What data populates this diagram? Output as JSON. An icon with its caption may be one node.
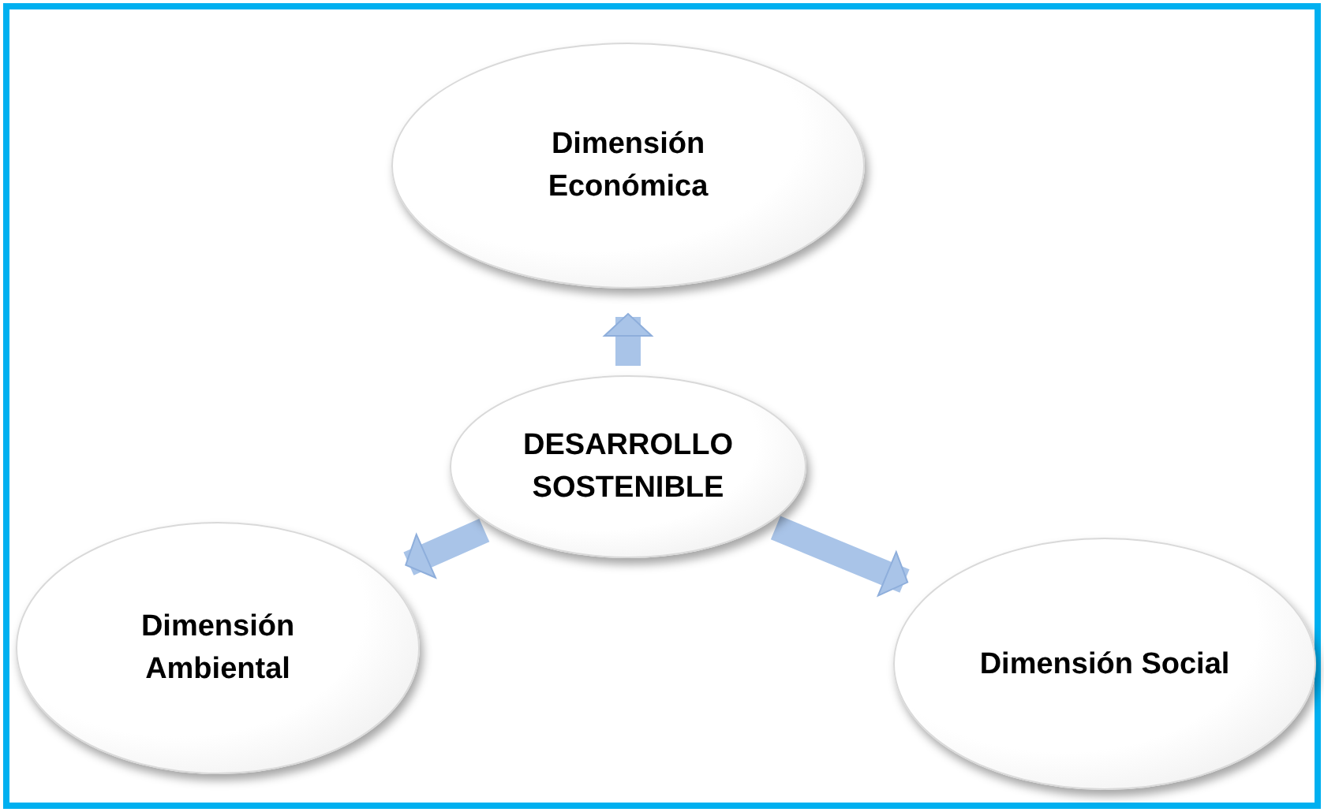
{
  "diagram": {
    "nodes": [
      {
        "text": [
          "Dimensión Económica"
        ]
      },
      {
        "text": [
          "DESARROLLO SOSTENIBLE"
        ]
      },
      {
        "text": [
          "Dimensión Ambiental"
        ]
      },
      {
        "text": [
          "Dimensión Social"
        ]
      }
    ],
    "edges": [
      {
        "from": 1,
        "to": 0,
        "arrow": "to"
      },
      {
        "from": 1,
        "to": 2,
        "arrow": "to"
      },
      {
        "from": 1,
        "to": 3,
        "arrow": "to"
      }
    ]
  }
}
